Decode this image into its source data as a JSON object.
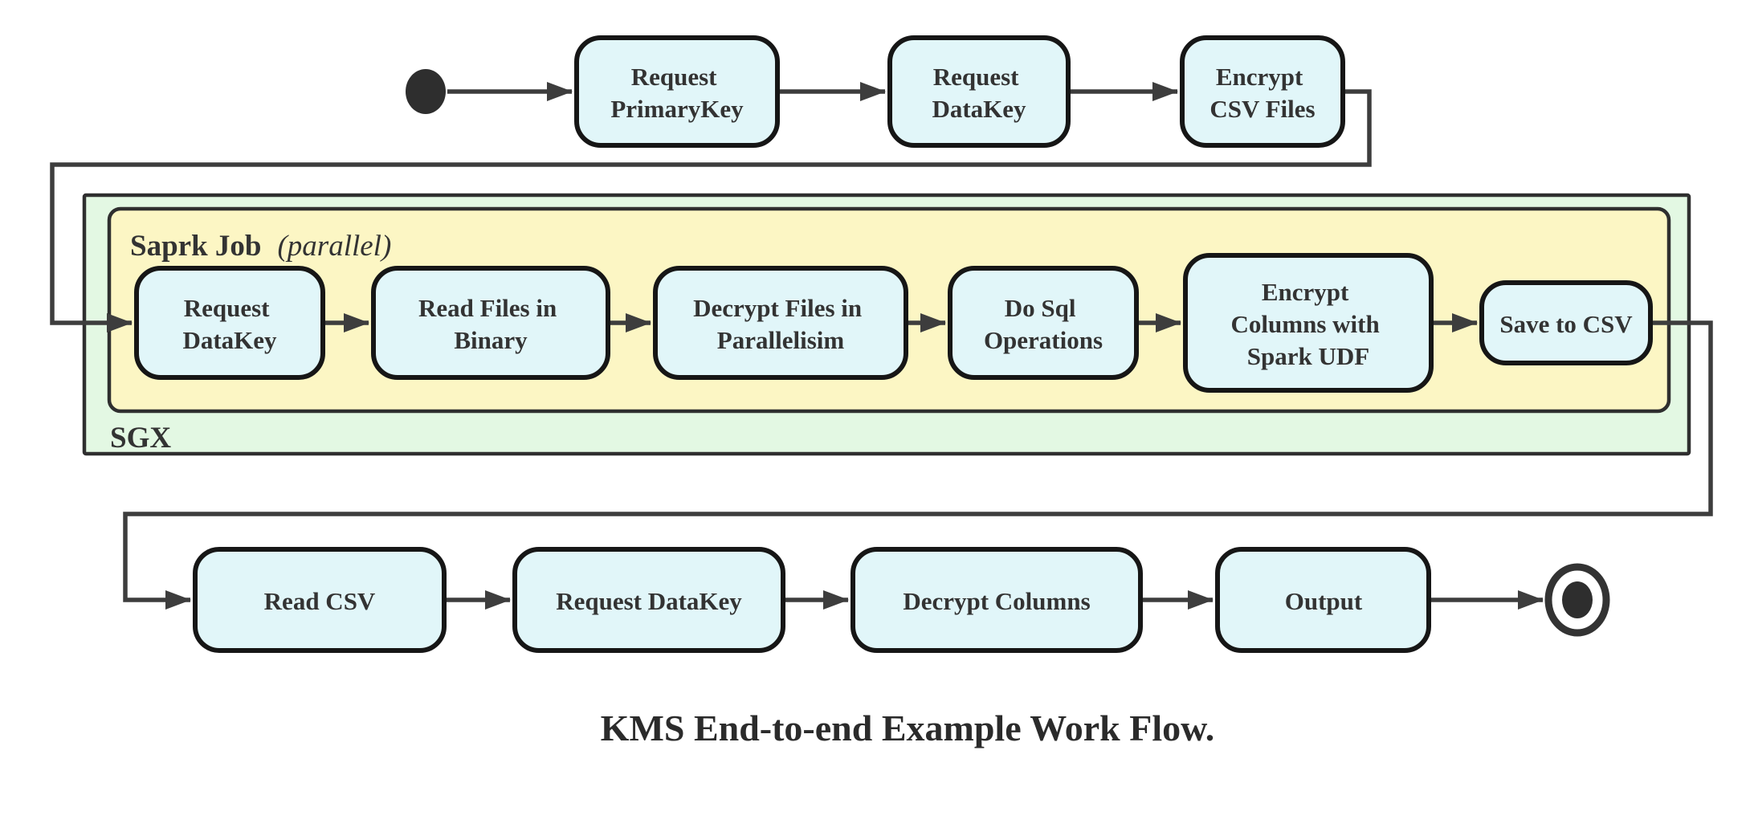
{
  "diagram": {
    "caption": "KMS End-to-end Example Work Flow.",
    "containers": {
      "sgx": {
        "label": "SGX"
      },
      "spark_job": {
        "label": "Saprk Job",
        "modifier": "(parallel)"
      }
    },
    "top_row": [
      {
        "id": "request-primarykey",
        "lines": [
          "Request",
          "PrimaryKey"
        ]
      },
      {
        "id": "request-datakey",
        "lines": [
          "Request",
          "DataKey"
        ]
      },
      {
        "id": "encrypt-csv-files",
        "lines": [
          "Encrypt",
          "CSV Files"
        ]
      }
    ],
    "spark_row": [
      {
        "id": "request-datakey-sgx",
        "lines": [
          "Request",
          "DataKey"
        ]
      },
      {
        "id": "read-files-in-binary",
        "lines": [
          "Read Files in",
          "Binary"
        ]
      },
      {
        "id": "decrypt-files-in-parallel",
        "lines": [
          "Decrypt Files in",
          "Parallelisim"
        ]
      },
      {
        "id": "do-sql-operations",
        "lines": [
          "Do Sql",
          "Operations"
        ]
      },
      {
        "id": "encrypt-columns-spark-udf",
        "lines": [
          "Encrypt",
          "Columns with",
          "Spark UDF"
        ]
      },
      {
        "id": "save-to-csv",
        "lines": [
          "Save to CSV"
        ]
      }
    ],
    "bottom_row": [
      {
        "id": "read-csv",
        "lines": [
          "Read CSV"
        ]
      },
      {
        "id": "request-datakey-2",
        "lines": [
          "Request DataKey"
        ]
      },
      {
        "id": "decrypt-columns",
        "lines": [
          "Decrypt Columns"
        ]
      },
      {
        "id": "output",
        "lines": [
          "Output"
        ]
      }
    ],
    "colors": {
      "node_fill": "#e1f6f9",
      "node_border": "#161616",
      "sgx_fill": "#e3f8e3",
      "spark_fill": "#fcf6c4",
      "container_border": "#2f2f2f",
      "edge": "#3d3d3d",
      "text": "#333333",
      "start_fill": "#2e2e2e",
      "end_fill": "#2e2e2e"
    }
  }
}
